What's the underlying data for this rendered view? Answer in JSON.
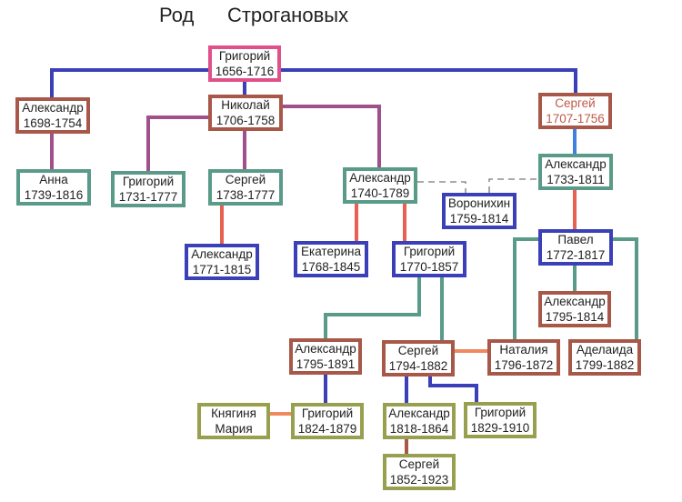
{
  "title": "Род      Строгановых",
  "colors": {
    "pink": "#e0508a",
    "brown": "#a85848",
    "teal": "#5a9a88",
    "blue": "#3b3fb8",
    "olive": "#98a050",
    "purple": "#a0508a",
    "red": "#e86050",
    "lightblue": "#4080e0",
    "orange": "#f08860",
    "dash": "#777777",
    "highlight_text": "#c05a4a"
  },
  "nodes": [
    {
      "id": "grigoriy-1656",
      "name": "Григорий",
      "years": "1656-1716",
      "color": "pink"
    },
    {
      "id": "aleksandr-1698",
      "name": "Александр",
      "years": "1698-1754",
      "color": "brown"
    },
    {
      "id": "nikolay-1706",
      "name": "Николай",
      "years": "1706-1758",
      "color": "brown"
    },
    {
      "id": "sergey-1707",
      "name": "Сергей",
      "years": "1707-1756",
      "color": "brown",
      "text": "highlight_text"
    },
    {
      "id": "anna-1739",
      "name": "Анна",
      "years": "1739-1816",
      "color": "teal"
    },
    {
      "id": "grigoriy-1731",
      "name": "Григорий",
      "years": "1731-1777",
      "color": "teal"
    },
    {
      "id": "sergey-1738",
      "name": "Сергей",
      "years": "1738-1777",
      "color": "teal"
    },
    {
      "id": "aleksandr-1740",
      "name": "Александр",
      "years": "1740-1789",
      "color": "teal"
    },
    {
      "id": "aleksandr-1733",
      "name": "Александр",
      "years": "1733-1811",
      "color": "teal"
    },
    {
      "id": "voronikhin-1759",
      "name": "Воронихин",
      "years": "1759-1814",
      "color": "blue"
    },
    {
      "id": "aleksandr-1771",
      "name": "Александр",
      "years": "1771-1815",
      "color": "blue"
    },
    {
      "id": "ekaterina-1768",
      "name": "Екатерина",
      "years": "1768-1845",
      "color": "blue"
    },
    {
      "id": "grigoriy-1770",
      "name": "Григорий",
      "years": "1770-1857",
      "color": "blue"
    },
    {
      "id": "pavel-1772",
      "name": "Павел",
      "years": "1772-1817",
      "color": "blue"
    },
    {
      "id": "aleksandr-1795-1814",
      "name": "Александр",
      "years": "1795-1814",
      "color": "brown"
    },
    {
      "id": "aleksandr-1795-1891",
      "name": "Александр",
      "years": "1795-1891",
      "color": "brown"
    },
    {
      "id": "sergey-1794",
      "name": "Сергей",
      "years": "1794-1882",
      "color": "brown"
    },
    {
      "id": "nataliya-1796",
      "name": "Наталия",
      "years": "1796-1872",
      "color": "brown"
    },
    {
      "id": "adelaida-1799",
      "name": "Аделаида",
      "years": "1799-1882",
      "color": "brown"
    },
    {
      "id": "knyaginya-mariya",
      "name": "Княгиня",
      "years": "Мария",
      "color": "olive"
    },
    {
      "id": "grigoriy-1824",
      "name": "Григорий",
      "years": "1824-1879",
      "color": "olive"
    },
    {
      "id": "aleksandr-1818",
      "name": "Александр",
      "years": "1818-1864",
      "color": "olive"
    },
    {
      "id": "grigoriy-1829",
      "name": "Григорий",
      "years": "1829-1910",
      "color": "olive"
    },
    {
      "id": "sergey-1852",
      "name": "Сергей",
      "years": "1852-1923",
      "color": "olive"
    }
  ]
}
